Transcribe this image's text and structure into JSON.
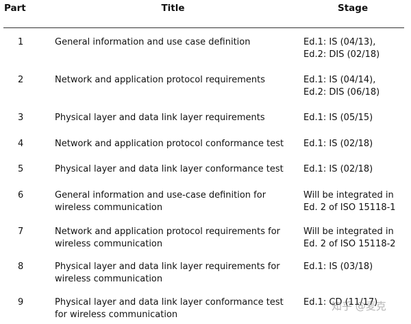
{
  "table": {
    "headers": {
      "part": "Part",
      "title": "Title",
      "stage": "Stage"
    },
    "rows": [
      {
        "part": "1",
        "title": "General information and use case definition",
        "stage_lines": [
          "Ed.1: IS (04/13),",
          "Ed.2: DIS (02/18)"
        ]
      },
      {
        "part": "2",
        "title": "Network and application protocol requirements",
        "stage_lines": [
          "Ed.1: IS (04/14),",
          "Ed.2: DIS (06/18)"
        ]
      },
      {
        "part": "3",
        "title": "Physical layer and data link layer requirements",
        "stage_lines": [
          "Ed.1: IS (05/15)"
        ]
      },
      {
        "part": "4",
        "title": "Network and application protocol conformance test",
        "stage_lines": [
          "Ed.1: IS (02/18)"
        ]
      },
      {
        "part": "5",
        "title": "Physical layer and data link layer conformance test",
        "stage_lines": [
          "Ed.1: IS (02/18)"
        ]
      },
      {
        "part": "6",
        "title": "General information and use-case definition for wireless communication",
        "stage_lines": [
          "Will be integrated in",
          "Ed. 2 of ISO 15118-1"
        ]
      },
      {
        "part": "7",
        "title": "Network and application protocol requirements for wireless communication",
        "stage_lines": [
          "Will be integrated in",
          "Ed. 2 of ISO 15118-2"
        ]
      },
      {
        "part": "8",
        "title": "Physical layer and data link layer requirements for wireless communication",
        "stage_lines": [
          "Ed.1: IS (03/18)"
        ]
      },
      {
        "part": "9",
        "title": "Physical layer and data link layer conformance test for wireless communication",
        "stage_lines": [
          "Ed.1: CD (11/17)"
        ]
      }
    ]
  },
  "watermark": "知乎 @麦克"
}
